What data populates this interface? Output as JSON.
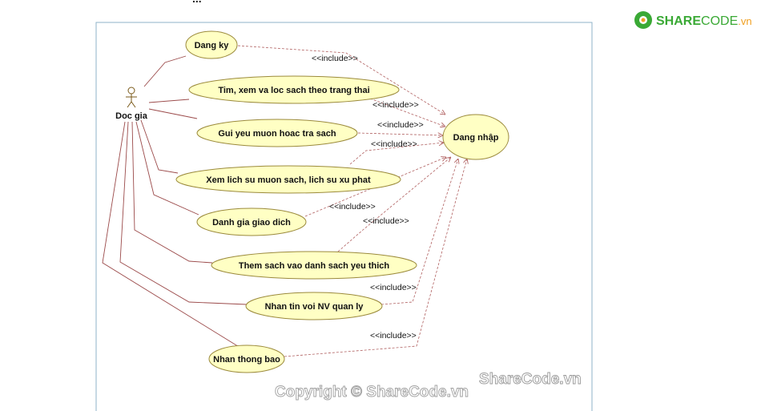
{
  "heading_fragment": "...",
  "logo": {
    "text_bold": "SHARE",
    "text_rest": "CODE",
    "suffix": ".vn",
    "color_green": "#3aa935",
    "color_orange": "#f0a022"
  },
  "actor": {
    "name": "Doc gia"
  },
  "use_cases": [
    {
      "id": "dangky",
      "label": "Dang ky"
    },
    {
      "id": "tim",
      "label": "Tim, xem va loc sach theo trang thai"
    },
    {
      "id": "gui",
      "label": "Gui yeu muon hoac tra sach"
    },
    {
      "id": "xem",
      "label": "Xem lich su muon sach, lich su xu phat"
    },
    {
      "id": "danhgia",
      "label": "Danh gia giao dich"
    },
    {
      "id": "them",
      "label": "Them sach vao danh sach yeu thich"
    },
    {
      "id": "nhantin",
      "label": "Nhan tin voi NV quan ly"
    },
    {
      "id": "thongbao",
      "label": "Nhan thong bao"
    },
    {
      "id": "dangnhap",
      "label": "Dang nhập"
    }
  ],
  "include_label": "<<include>>",
  "includes": [
    "dangky",
    "tim",
    "gui",
    "xem",
    "danhgia",
    "them",
    "nhantin",
    "thongbao"
  ],
  "watermark": {
    "main": "ShareCode.vn",
    "copyright": "Copyright © ShareCode.vn"
  },
  "colors": {
    "uc_fill": "#ffffc4",
    "uc_stroke": "#9b8a3c",
    "assoc": "#9b4a4a",
    "include": "#b06060",
    "frame": "#8fb3c9"
  }
}
